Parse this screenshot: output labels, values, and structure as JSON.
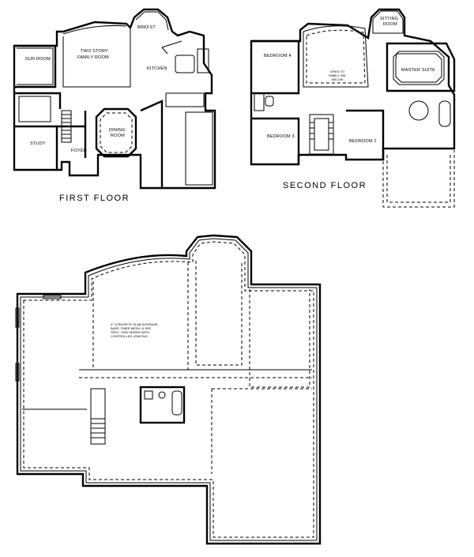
{
  "floors": {
    "first": {
      "label": "FIRST FLOOR",
      "rooms": {
        "sun_room": "SUN ROOM",
        "family_room_l1": "TWO STORY",
        "family_room_l2": "FAMILY ROOM",
        "brkfst": "BRKFST",
        "kitchen": "KITCHEN",
        "dining_l1": "DINING",
        "dining_l2": "ROOM",
        "study": "STUDY",
        "foyer": "FOYER"
      }
    },
    "second": {
      "label": "SECOND FLOOR",
      "rooms": {
        "sitting_l1": "SITTING",
        "sitting_l2": "ROOM",
        "bedroom4": "BEDROOM 4",
        "open_below_l1": "OPEN TO",
        "open_below_l2": "FAMILY RM",
        "open_below_l3": "BELOW",
        "master_suite": "MASTER SUITE",
        "bedroom3": "BEDROOM 3",
        "bedroom2": "BEDROOM 2"
      }
    },
    "basement": {
      "note_l1": "4\" CONCRETE SLAB W/GRAVEL",
      "note_l2": "BASE, FIBER MESH, & SEE",
      "note_l3": "SPEC. 2000 SERIES WITH",
      "note_l4": "CONTROLLED JOINTING"
    }
  }
}
